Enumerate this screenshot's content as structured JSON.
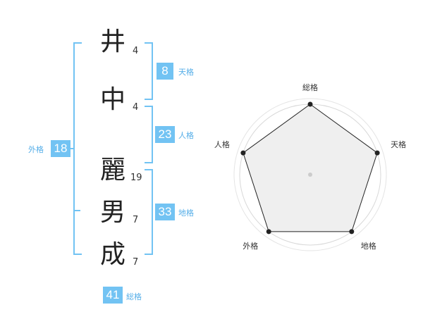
{
  "name_chars": [
    {
      "char": "井",
      "strokes": "4"
    },
    {
      "char": "中",
      "strokes": "4"
    },
    {
      "char": "麗",
      "strokes": "19"
    },
    {
      "char": "男",
      "strokes": "7"
    },
    {
      "char": "成",
      "strokes": "7"
    }
  ],
  "fortunes": {
    "tenkaku": {
      "value": "8",
      "label": "天格"
    },
    "jinkaku": {
      "value": "23",
      "label": "人格"
    },
    "chikaku": {
      "value": "33",
      "label": "地格"
    },
    "gaikaku": {
      "value": "18",
      "label": "外格"
    },
    "soukaku": {
      "value": "41",
      "label": "総格"
    }
  },
  "colors": {
    "accent": "#72c3f3",
    "label": "#55aee8",
    "radar_fill": "#efefef",
    "radar_line": "#222222"
  },
  "chart_data": {
    "type": "radar",
    "axes": [
      "総格",
      "天格",
      "地格",
      "外格",
      "人格"
    ],
    "values": [
      1.0,
      1.0,
      1.0,
      1.0,
      1.0
    ],
    "rings": 4
  }
}
